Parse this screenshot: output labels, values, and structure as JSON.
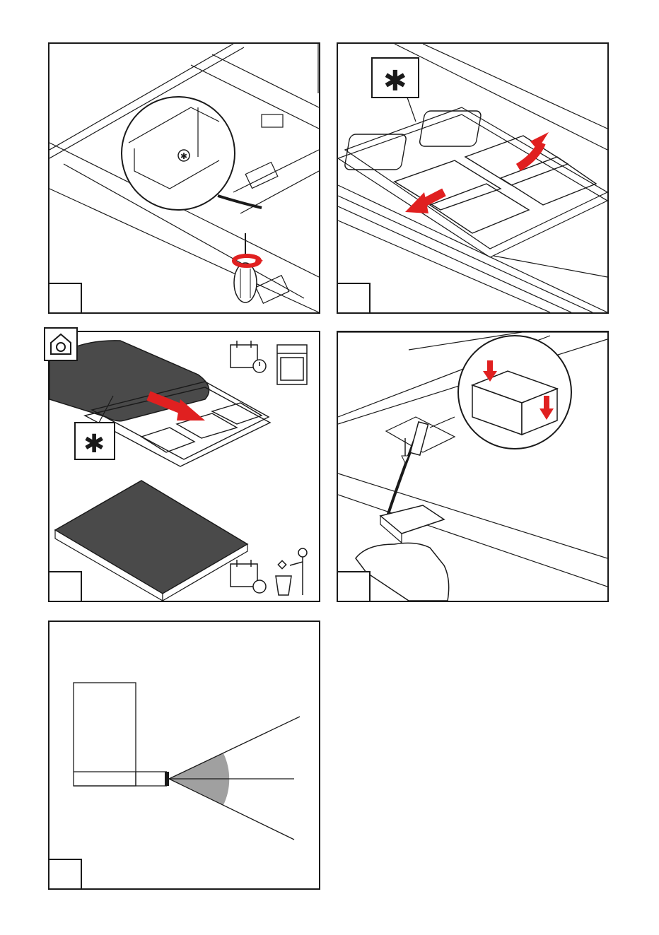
{
  "page": {
    "background": "#ffffff",
    "line_color": "#1a1a1a",
    "accent": "#e02020",
    "filter_gray": "#4a4a4a"
  },
  "panels": [
    {
      "id": "panel-1",
      "step_label": "",
      "icons": [
        "screwdriver-icon",
        "rotate-arrow-icon",
        "zoom-detail-circle"
      ]
    },
    {
      "id": "panel-2",
      "step_label": "",
      "icons": [
        "asterisk-badge-icon",
        "red-arrow-icon"
      ]
    },
    {
      "id": "panel-3",
      "step_label": "",
      "icons": [
        "home-clean-icon",
        "calendar-clock-icon",
        "dishwasher-icon",
        "asterisk-badge-icon",
        "red-arrow-icon",
        "trash-bin-icon"
      ]
    },
    {
      "id": "panel-4",
      "step_label": "",
      "icons": [
        "zoom-detail-circle",
        "red-arrow-icon",
        "hand-icon",
        "connector-icon"
      ]
    },
    {
      "id": "panel-5",
      "step_label": "",
      "icons": [
        "beam-angle-diagram"
      ]
    }
  ]
}
